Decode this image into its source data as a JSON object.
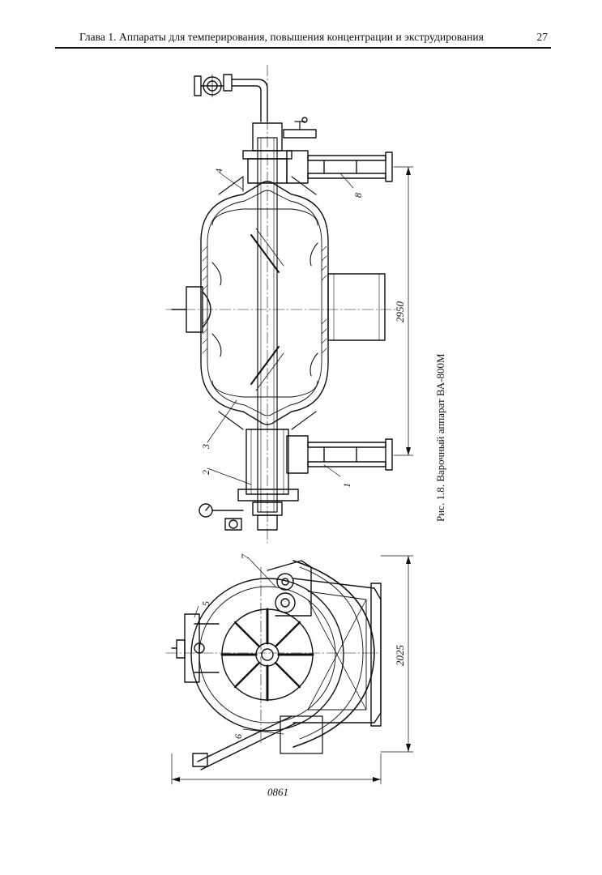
{
  "header": {
    "title": "Глава 1. Аппараты для темперирования, повышения концентрации и экструдирования",
    "page_number": "27"
  },
  "figure": {
    "caption": "Рис. 1.8. Варочный аппарат ВА-800М",
    "dimensions": {
      "length": "2950",
      "height": "2025",
      "width": "0861"
    },
    "callouts": [
      "1",
      "2",
      "3",
      "4",
      "5",
      "6",
      "7",
      "8"
    ]
  }
}
